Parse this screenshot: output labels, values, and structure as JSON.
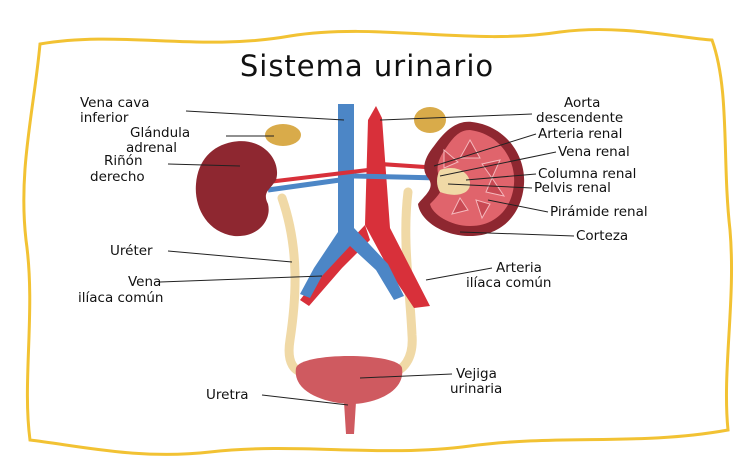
{
  "title": "Sistema urinario",
  "colors": {
    "frame_border": "#f2c233",
    "vein": "#4c86c6",
    "artery": "#d8303a",
    "kidney_dark": "#8e2730",
    "kidney_inner": "#e0646c",
    "adrenal": "#d9ab4a",
    "ureter": "#f0d9a6",
    "bladder": "#cf5a60"
  },
  "labels": {
    "vena_cava_1": "Vena cava",
    "vena_cava_2": "inferior",
    "glandula_1": "Glándula",
    "glandula_2": "adrenal",
    "rinon_1": "Riñón",
    "rinon_2": "derecho",
    "ureter": "Uréter",
    "vena_iliaca_1": "Vena",
    "vena_iliaca_2": "ilíaca común",
    "uretra": "Uretra",
    "aorta_1": "Aorta",
    "aorta_2": "descendente",
    "arteria_renal": "Arteria renal",
    "vena_renal": "Vena renal",
    "columna_renal": "Columna renal",
    "pelvis_renal": "Pelvis renal",
    "piramide_renal": "Pirámide renal",
    "corteza": "Corteza",
    "arteria_iliaca_1": "Arteria",
    "arteria_iliaca_2": "ilíaca común",
    "vejiga_1": "Vejiga",
    "vejiga_2": "urinaria"
  }
}
